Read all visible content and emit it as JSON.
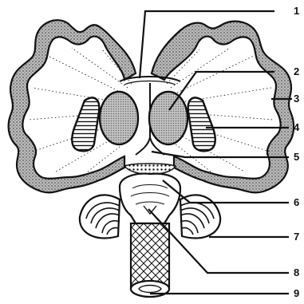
{
  "diagram": {
    "callouts": [
      {
        "number": "1"
      },
      {
        "number": "2"
      },
      {
        "number": "3"
      },
      {
        "number": "4"
      },
      {
        "number": "5"
      },
      {
        "number": "6"
      },
      {
        "number": "7"
      },
      {
        "number": "8"
      },
      {
        "number": "9"
      }
    ]
  },
  "colors": {
    "ink": "#111111",
    "cortex_fill": "#b8b8b8",
    "nucleus_fill": "#bdbdbd",
    "background": "#ffffff"
  }
}
